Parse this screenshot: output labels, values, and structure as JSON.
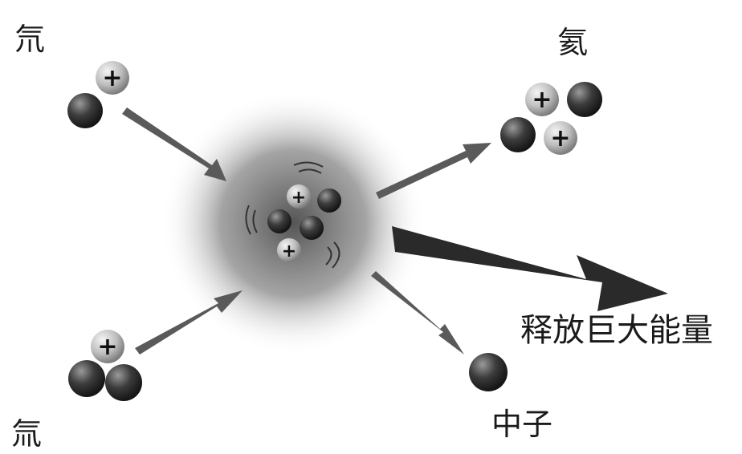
{
  "labels": {
    "deuterium": "氘",
    "tritium": "氚",
    "helium": "氦",
    "energy": "释放巨大能量",
    "neutron": "中子"
  },
  "particles": {
    "proton_symbol": "+"
  },
  "colors": {
    "proton": "#c8c8c8",
    "neutron": "#3a3a3a",
    "arrow": "#5a5a5a",
    "glow": "#6e6e6e"
  }
}
